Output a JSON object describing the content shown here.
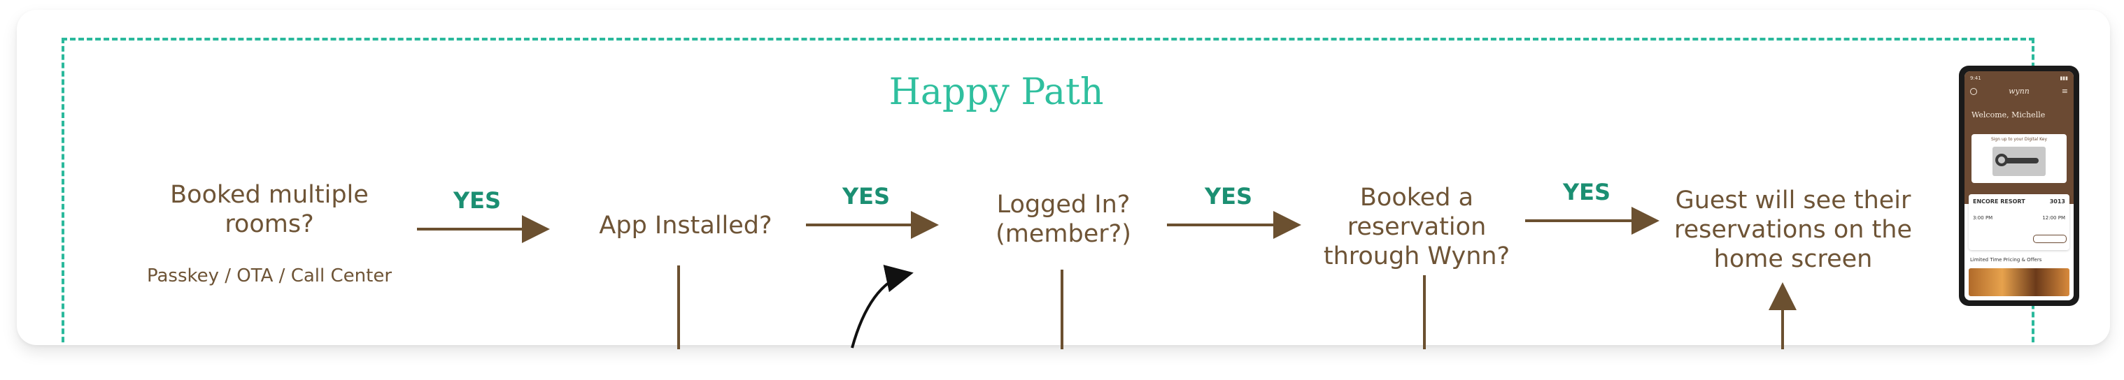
{
  "title": "Happy Path",
  "colors": {
    "frame": "#2bb99c",
    "title": "#2fbf9e",
    "node_text": "#6e5436",
    "yes": "#1b8f72",
    "arrow": "#6b5030"
  },
  "nodes": {
    "booked_multiple": "Booked multiple rooms?",
    "booked_multiple_line1": "Booked multiple",
    "booked_multiple_line2": "rooms?",
    "booked_multiple_note": "Passkey / OTA / Call Center",
    "app_installed": "App Installed?",
    "logged_in_line1": "Logged In?",
    "logged_in_line2": "(member?)",
    "booked_res_line1": "Booked a",
    "booked_res_line2": "reservation",
    "booked_res_line3": "through Wynn?",
    "guest_line1": "Guest will see their",
    "guest_line2": "reservations on the",
    "guest_line3": "home screen"
  },
  "edges": {
    "yes_1": "YES",
    "yes_2": "YES",
    "yes_3": "YES",
    "yes_4": "YES"
  },
  "phone": {
    "icon": "phone-screenshot",
    "logo": "wynn",
    "welcome": "Welcome, Michelle",
    "signup": "Sign up to your Digital Key",
    "resort": "ENCORE RESORT",
    "room": "3013",
    "time_left": "3:00 PM",
    "time_right": "12:00 PM",
    "pricing": "Limited Time Pricing & Offers"
  }
}
